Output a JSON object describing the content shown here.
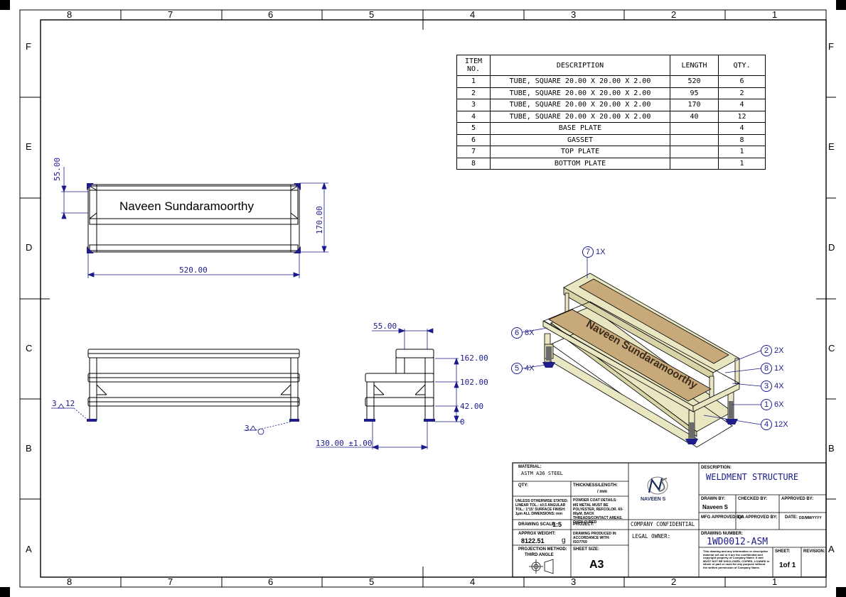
{
  "zones": {
    "columns": [
      "8",
      "7",
      "6",
      "5",
      "4",
      "3",
      "2",
      "1"
    ],
    "rows": [
      "F",
      "E",
      "D",
      "C",
      "B",
      "A"
    ]
  },
  "bom": {
    "headers": {
      "item_no": "ITEM NO.",
      "description": "DESCRIPTION",
      "length": "LENGTH",
      "qty": "QTY."
    },
    "rows": [
      {
        "item": "1",
        "description": "TUBE, SQUARE 20.00 X 20.00 X 2.00",
        "length": "520",
        "qty": "6"
      },
      {
        "item": "2",
        "description": "TUBE, SQUARE 20.00 X 20.00 X 2.00",
        "length": "95",
        "qty": "2"
      },
      {
        "item": "3",
        "description": "TUBE, SQUARE 20.00 X 20.00 X 2.00",
        "length": "170",
        "qty": "4"
      },
      {
        "item": "4",
        "description": "TUBE, SQUARE 20.00 X 20.00 X 2.00",
        "length": "40",
        "qty": "12"
      },
      {
        "item": "5",
        "description": "BASE PLATE",
        "length": "",
        "qty": "4"
      },
      {
        "item": "6",
        "description": "GASSET",
        "length": "",
        "qty": "8"
      },
      {
        "item": "7",
        "description": "TOP PLATE",
        "length": "",
        "qty": "1"
      },
      {
        "item": "8",
        "description": "BOTTOM PLATE",
        "length": "",
        "qty": "1"
      }
    ]
  },
  "top_view": {
    "engraving": "Naveen Sundaramoorthy",
    "dim_55": "55.00",
    "dim_170": "170.00",
    "dim_520": "520.00"
  },
  "front_view": {
    "weld_symbol": "3",
    "weld_length": "12"
  },
  "side_view": {
    "dim_55": "55.00",
    "dim_162": "162.00",
    "dim_102": "102.00",
    "dim_42": "42.00",
    "dim_0": "0",
    "dim_130": "130.00 ±1.00",
    "weld_symbol": "3"
  },
  "iso_view": {
    "engraving": "Naveen Sundaramoorthy",
    "balloons": [
      {
        "item": "7",
        "qty": "1X"
      },
      {
        "item": "6",
        "qty": "8X"
      },
      {
        "item": "5",
        "qty": "4X"
      },
      {
        "item": "2",
        "qty": "2X"
      },
      {
        "item": "8",
        "qty": "1X"
      },
      {
        "item": "3",
        "qty": "4X"
      },
      {
        "item": "1",
        "qty": "6X"
      },
      {
        "item": "4",
        "qty": "12X"
      }
    ]
  },
  "title_block": {
    "material_label": "MATERIAL:",
    "material_value": "ASTM A36 STEEL",
    "qty_label": "QTY:",
    "thickness_label": "THICKNESS/LENGTH:",
    "thickness_value": "/ mm",
    "tolerances": "UNLESS OTHERWISE STATED: LINEAR TOL.: ±0.5 ANGULAR TOL.: 1°15' SURFACE FINISH: 1µm ALL DIMENSIONS: mm",
    "powder_coat_label": "POWDER COAT DETAILS:",
    "powder_coat_value": "MS METAL MUST BE POLYESTER, REFCOLOR. 60-80µM. BACK THREADS/CONTACT AREAS. OVEN CURED",
    "logo_text": "NAVEEN S",
    "drawing_scale_label": "DRAWING SCALE:",
    "drawing_scale_value": "1:5",
    "project_label": "PROJECT:",
    "confidential": "COMPANY CONFIDENTIAL",
    "weight_label": "APPROX WEIGHT:",
    "weight_value": "8122.51",
    "weight_unit": "g",
    "accordance_label": "DRAWING PRODUCED IN ACCORDANCE WITH:",
    "accordance_value": "ISO7769",
    "legal_owner_label": "LEGAL OWNER:",
    "projection_label": "PROJECTION METHOD:",
    "projection_value": "THIRD ANGLE",
    "sheet_size_label": "SHEET SIZE:",
    "sheet_size_value": "A3",
    "description_label": "DESCRIPTION:",
    "description_value": "WELDMENT STRUCTURE",
    "drawn_by_label": "DRAWN BY:",
    "drawn_by_value": "Naveen S",
    "checked_by_label": "CHECKED BY:",
    "approved_by_label": "APPROVED BY:",
    "mfg_approved_label": "MFG APPROVED BY:",
    "qa_approved_label": "QA APPROVED BY:",
    "date_label": "DATE:",
    "date_value": "DD/MM/YYYY",
    "drawing_number_label": "DRAWING NUMBER:",
    "drawing_number_value": "1WD0012-ASM",
    "disclaimer": "This drawing and any information or descriptive material set out in it are the confidential and copyright property of Company Name. It and MUST NOT BE DISCLOSED, COPIED, LOANED in whole or part or used for any purpose without the written permission of Company Name.",
    "sheet_label": "SHEET:",
    "sheet_value": "1of 1",
    "revision_label": "REVISION:"
  },
  "colors": {
    "dimension": "#1a1a8c",
    "plate": "#c8a97a",
    "tube": "#e9e6c2",
    "base": "#1e1e8a"
  }
}
